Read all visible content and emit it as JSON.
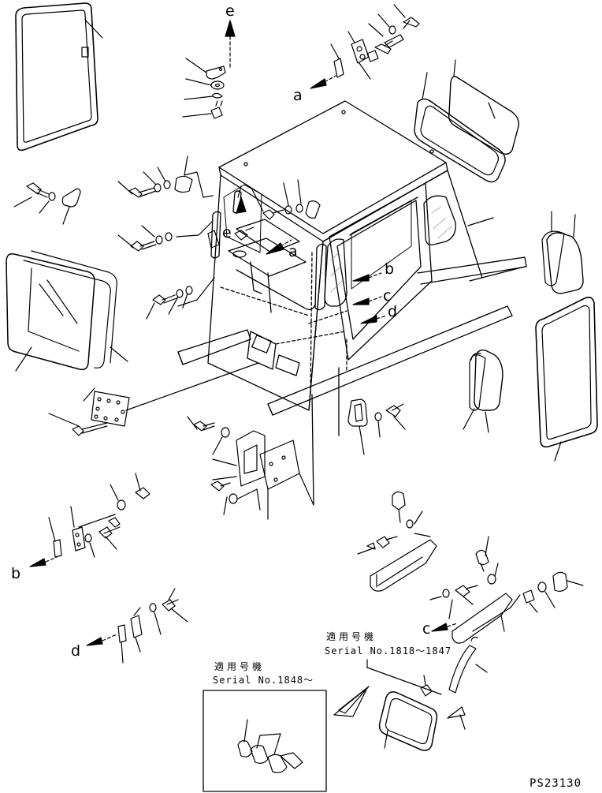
{
  "labels": {
    "a_top": "a",
    "a_mid": "a",
    "b_right": "b",
    "b_left": "b",
    "c_right": "c",
    "c_lower": "c",
    "d_right": "d",
    "d_left": "d",
    "e_top": "e",
    "e_mid": "e"
  },
  "captions": {
    "applicable_jp_1": "適用号機",
    "serial_range_1": "Serial No.1818～1847",
    "applicable_jp_2": "適用号機",
    "serial_range_2": "Serial No.1848～"
  },
  "drawing_code": "PS23130"
}
